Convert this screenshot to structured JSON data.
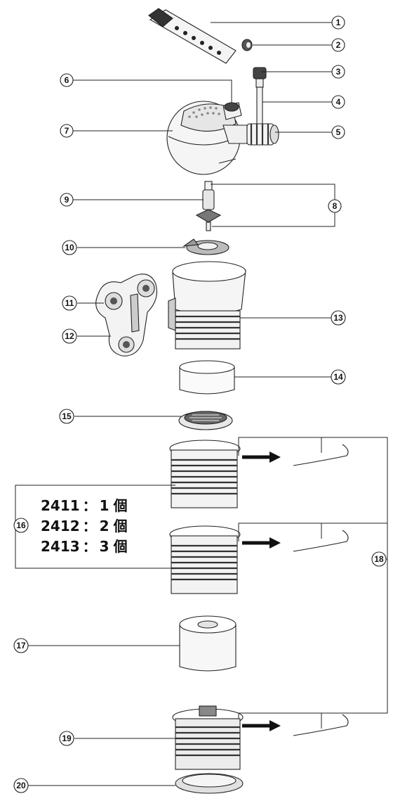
{
  "callouts": {
    "c1": "1",
    "c2": "2",
    "c3": "3",
    "c4": "4",
    "c5": "5",
    "c6": "6",
    "c7": "7",
    "c8": "8",
    "c9": "9",
    "c10": "10",
    "c11": "11",
    "c12": "12",
    "c13": "13",
    "c14": "14",
    "c15": "15",
    "c16": "16",
    "c17": "17",
    "c18": "18",
    "c19": "19",
    "c20": "20"
  },
  "quantity_table": [
    {
      "model": "2411",
      "sep": "：",
      "qty": "1",
      "unit": "個"
    },
    {
      "model": "2412",
      "sep": "：",
      "qty": "2",
      "unit": "個"
    },
    {
      "model": "2413",
      "sep": "：",
      "qty": "3",
      "unit": "個"
    }
  ]
}
